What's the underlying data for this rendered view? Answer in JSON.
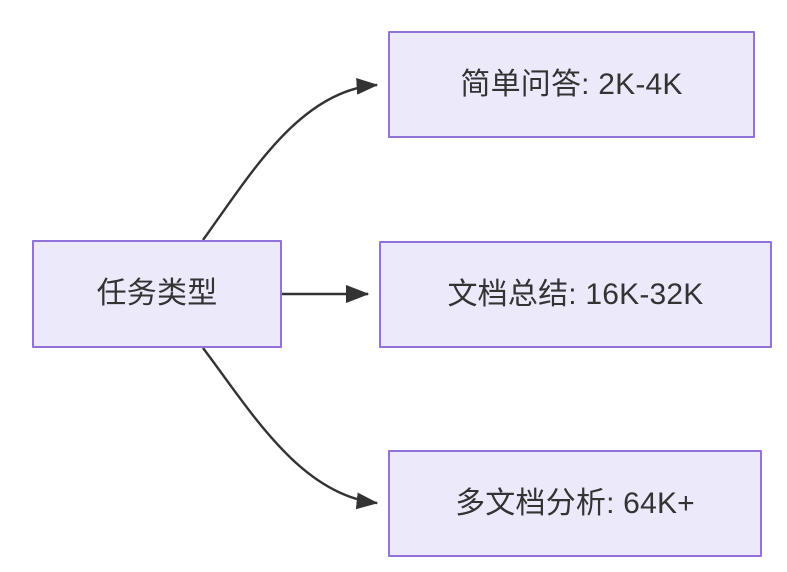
{
  "diagram": {
    "type": "flowchart",
    "direction": "left-to-right",
    "background_color": "#ffffff",
    "node_fill_color": "#ECEAFA",
    "node_border_color": "#9072d8",
    "node_text_color": "#333333",
    "edge_color": "#333333",
    "root": {
      "id": "root",
      "label": "任务类型"
    },
    "branches": [
      {
        "id": "simple-qa",
        "label": "简单问答: 2K-4K",
        "task": "简单问答",
        "context_length": "2K-4K",
        "edge_style": "curved",
        "edge_arrow": "arrow-head-right"
      },
      {
        "id": "doc-sum",
        "label": "文档总结: 16K-32K",
        "task": "文档总结",
        "context_length": "16K-32K",
        "edge_style": "straight",
        "edge_arrow": "arrow-head-right"
      },
      {
        "id": "multi-doc",
        "label": "多文档分析: 64K+",
        "task": "多文档分析",
        "context_length": "64K+",
        "edge_style": "curved",
        "edge_arrow": "arrow-head-right"
      }
    ]
  }
}
